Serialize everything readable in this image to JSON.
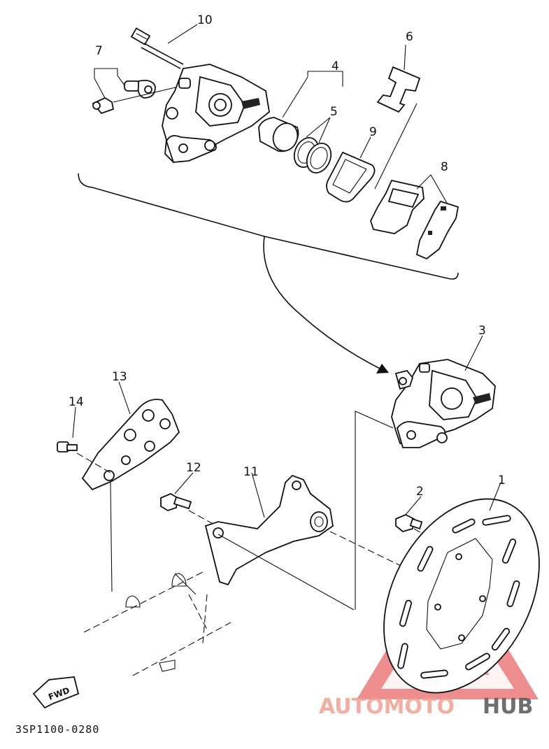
{
  "callouts": [
    {
      "id": "1",
      "label": "1"
    },
    {
      "id": "2",
      "label": "2"
    },
    {
      "id": "3",
      "label": "3"
    },
    {
      "id": "4",
      "label": "4"
    },
    {
      "id": "5",
      "label": "5"
    },
    {
      "id": "6",
      "label": "6"
    },
    {
      "id": "7",
      "label": "7"
    },
    {
      "id": "8",
      "label": "8"
    },
    {
      "id": "9",
      "label": "9"
    },
    {
      "id": "10",
      "label": "10"
    },
    {
      "id": "11",
      "label": "11"
    },
    {
      "id": "12",
      "label": "12"
    },
    {
      "id": "13",
      "label": "13"
    },
    {
      "id": "14",
      "label": "14"
    }
  ],
  "part_code": "3SP1100-0280",
  "fwd_label": "FWD",
  "watermark": {
    "part1": "AUTOMOTO",
    "part2": "HUB"
  },
  "colors": {
    "ink": "#111111",
    "watermark_red": "#e03030",
    "watermark_gray": "#555555"
  }
}
